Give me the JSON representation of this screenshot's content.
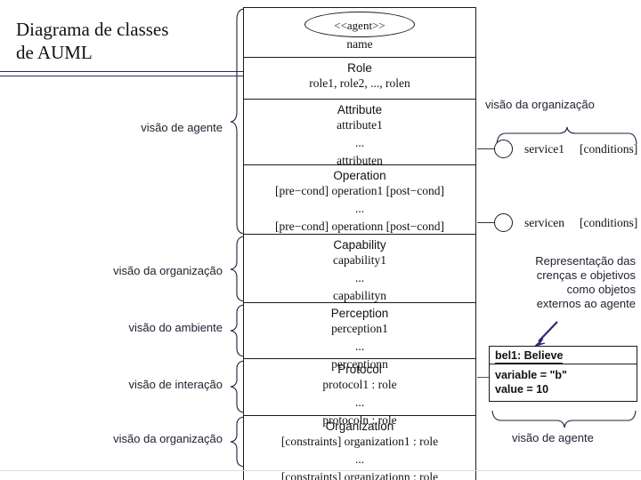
{
  "title": "Diagrama de classes\nde AUML",
  "class_box": {
    "stereotype": "<<agent>>",
    "name": "name",
    "compartments": [
      {
        "header": "Role",
        "lines": [
          "role1, role2, ..., rolen"
        ]
      },
      {
        "header": "Attribute",
        "lines": [
          "attribute1",
          "...",
          "attributen"
        ]
      },
      {
        "header": "Operation",
        "lines": [
          "[pre−cond] operation1 [post−cond]",
          "...",
          "[pre−cond] operationn [post−cond]"
        ]
      },
      {
        "header": "Capability",
        "lines": [
          "capability1",
          "...",
          "capabilityn"
        ]
      },
      {
        "header": "Perception",
        "lines": [
          "perception1",
          "...",
          "perceptionn"
        ]
      },
      {
        "header": "Protocol",
        "lines": [
          "protocol1 : role",
          "...",
          "protocoln : role"
        ]
      },
      {
        "header": "Organization",
        "lines": [
          "[constraints] organization1 : role",
          "...",
          "[constraints] organizationn : role"
        ]
      }
    ]
  },
  "left_labels": [
    {
      "text": "visão de agente"
    },
    {
      "text": "visão da organização"
    },
    {
      "text": "visão do ambiente"
    },
    {
      "text": "visão de interação"
    },
    {
      "text": "visão da organização"
    }
  ],
  "right_side": {
    "services_label": "visão da organização",
    "services": [
      {
        "name": "service1",
        "conditions": "[conditions]"
      },
      {
        "name": "servicen",
        "conditions": "[conditions]"
      }
    ],
    "annotation": "Representação das\ncrenças e objetivos\ncomo objetos\nexternos ao agente",
    "object_box": {
      "title": "bel1: Believe",
      "attributes": "variable = \"b\"\nvalue = 10"
    },
    "object_label": "visão de agente"
  },
  "colors": {
    "ink": "#111111",
    "rule": "#2a2a5a",
    "arrow": "#2b2b70",
    "label": "#222233"
  }
}
